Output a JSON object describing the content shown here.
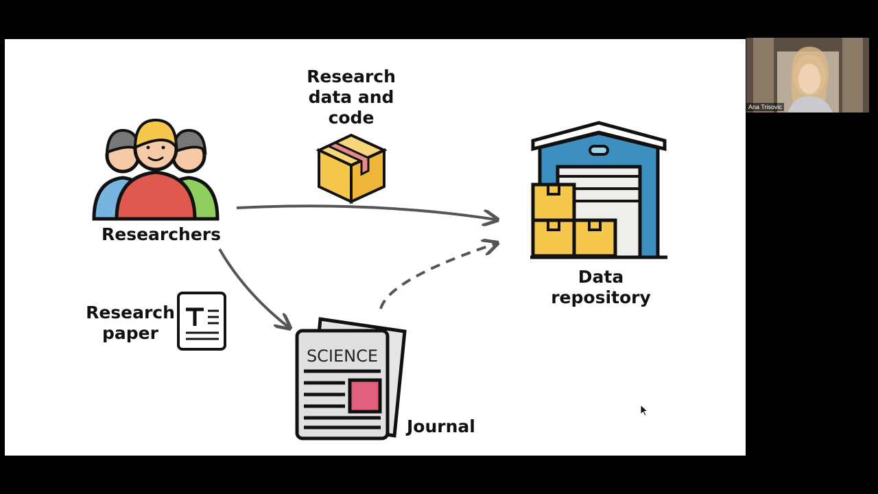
{
  "slide": {
    "researchers_label": "Researchers",
    "data_code_label": "Research data and code",
    "data_code_lines": [
      "Research",
      "data and",
      "code"
    ],
    "repository_lines": [
      "Data",
      "repository"
    ],
    "paper_lines": [
      "Research",
      "paper"
    ],
    "journal_label": "Journal",
    "newspaper_masthead": "SCIENCE"
  },
  "video": {
    "participant_name": "Ana Trisovic",
    "icons": [
      "video-thumbnail-image"
    ]
  },
  "icons": [
    "researchers-icon",
    "box-icon",
    "warehouse-icon",
    "document-icon",
    "newspaper-icon",
    "cursor-icon"
  ],
  "colors": {
    "background": "#000000",
    "slide": "#ffffff",
    "arrow": "#555555",
    "warehouse_blue": "#3d8fc0",
    "box_yellow": "#f5c74a",
    "person_red": "#e0594e",
    "paper_pink": "#e0607e"
  }
}
